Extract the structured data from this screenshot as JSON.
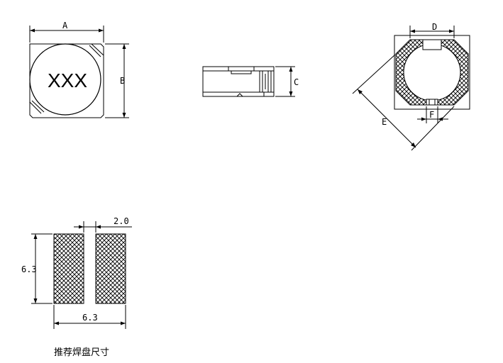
{
  "front_view": {
    "marking": "XXX",
    "dim_a": "A",
    "dim_b": "B"
  },
  "side_view": {
    "dim_c": "C"
  },
  "bottom_view": {
    "dim_d": "D",
    "dim_e": "E",
    "dim_f": "F"
  },
  "pad_layout": {
    "gap": "2.0",
    "height": "6.3",
    "width": "6.3",
    "caption": "推荐焊盘尺寸"
  }
}
